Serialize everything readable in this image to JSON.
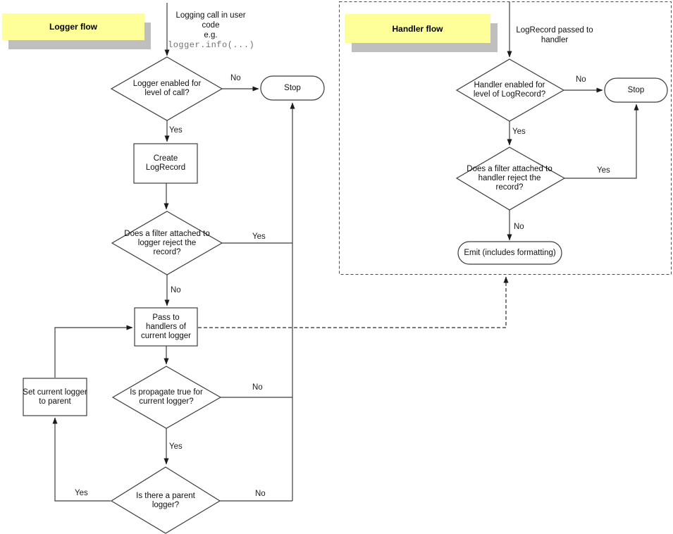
{
  "colors": {
    "label_bg": "#ffff99",
    "label_shadow": "#bfbfbf",
    "code_text": "#707070"
  },
  "titles": {
    "logger": "Logger flow",
    "handler": "Handler flow"
  },
  "logger": {
    "entry_text": "Logging call in user code",
    "entry_eg": "e.g.",
    "entry_code": "logger.info(...)",
    "decision_level": "Logger enabled for level of call?",
    "stop": "Stop",
    "create_record": "Create LogRecord",
    "decision_filter": "Does a filter attached to logger reject the record?",
    "pass_handlers": "Pass to handlers of current logger",
    "decision_propagate": "Is propagate true for current logger?",
    "decision_parent": "Is there a parent logger?",
    "set_parent": "Set current logger to parent",
    "labels": {
      "no_level": "No",
      "yes_level": "Yes",
      "yes_filter": "Yes",
      "no_filter": "No",
      "no_propagate": "No",
      "yes_propagate": "Yes",
      "yes_parent": "Yes",
      "no_parent": "No"
    }
  },
  "handler": {
    "entry_text": "LogRecord passed to handler",
    "decision_level": "Handler enabled for level of LogRecord?",
    "stop": "Stop",
    "decision_filter": "Does a filter attached to handler reject the record?",
    "emit": "Emit (includes formatting)",
    "labels": {
      "no_level": "No",
      "yes_level": "Yes",
      "yes_filter": "Yes",
      "no_filter": "No"
    }
  }
}
